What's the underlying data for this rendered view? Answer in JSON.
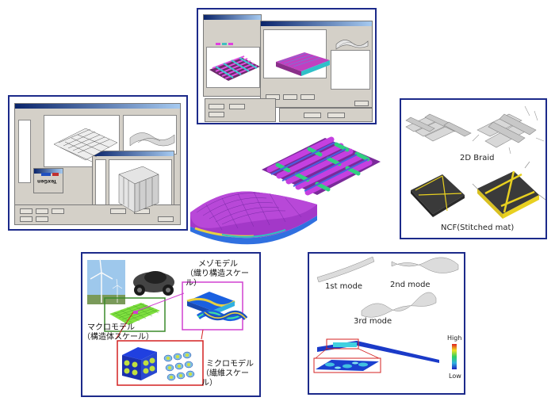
{
  "braid_panel": {
    "braid_label": "2D Braid",
    "ncf_label": "NCF(Stitched mat)"
  },
  "multiscale_panel": {
    "meso_title": "メゾモデル",
    "meso_subtitle": "（織り構造スケール）",
    "macro_title": "マクロモデル",
    "macro_subtitle": "（構造体スケール）",
    "micro_title": "ミクロモデル",
    "micro_subtitle": "（繊維スケール）"
  },
  "modes_panel": {
    "mode1": "1st mode",
    "mode2": "2nd mode",
    "mode3": "3rd mode",
    "legend_high": "High",
    "legend_low": "Low"
  },
  "software_window": {
    "tab_label": "TexGen"
  },
  "colors": {
    "panel_border": "#1c2a8a",
    "highlight_red": "#d42020",
    "highlight_magenta": "#d040d0",
    "highlight_green": "#3a8a2a"
  }
}
